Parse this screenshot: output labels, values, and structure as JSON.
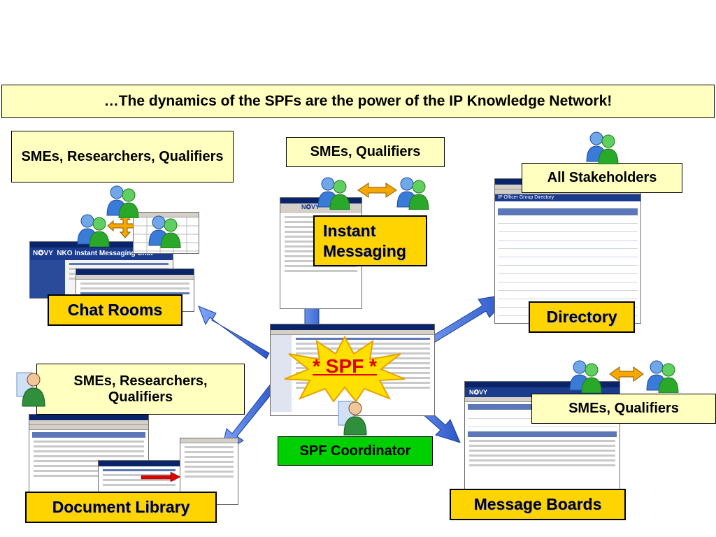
{
  "title": "…The dynamics of the SPFs are the power of the IP Knowledge Network!",
  "labels": {
    "smes_researchers_qualifiers_top": "SMEs, Researchers, Qualifiers",
    "smes_qualifiers_top": "SMEs, Qualifiers",
    "all_stakeholders": "All Stakeholders",
    "smes_researchers_qualifiers_bottom": "SMEs, Researchers, Qualifiers",
    "smes_qualifiers_bottom": "SMEs, Qualifiers",
    "spf_coordinator": "SPF Coordinator"
  },
  "features": {
    "chat_rooms": "Chat Rooms",
    "instant_messaging": "Instant Messaging",
    "directory": "Directory",
    "document_library": "Document Library",
    "message_boards": "Message Boards"
  },
  "center": {
    "spf": "* SPF *"
  },
  "screenshot_text": {
    "navy_logo": "N✪VY",
    "chat_header": "NKO Instant Messaging Chat",
    "directory_header": "IP Officer Group Directory"
  },
  "colors": {
    "arrow_blue": "#3f6fd8",
    "arrow_orange": "#f6a800",
    "gold_box": "#ffd400",
    "yellow_box": "#ffffc0",
    "green_box": "#00d000",
    "starburst": "#ffe000",
    "spf_red": "#e00000"
  },
  "icons": [
    "people-icon",
    "person-icon",
    "double-arrow-icon",
    "pencil-icon"
  ]
}
